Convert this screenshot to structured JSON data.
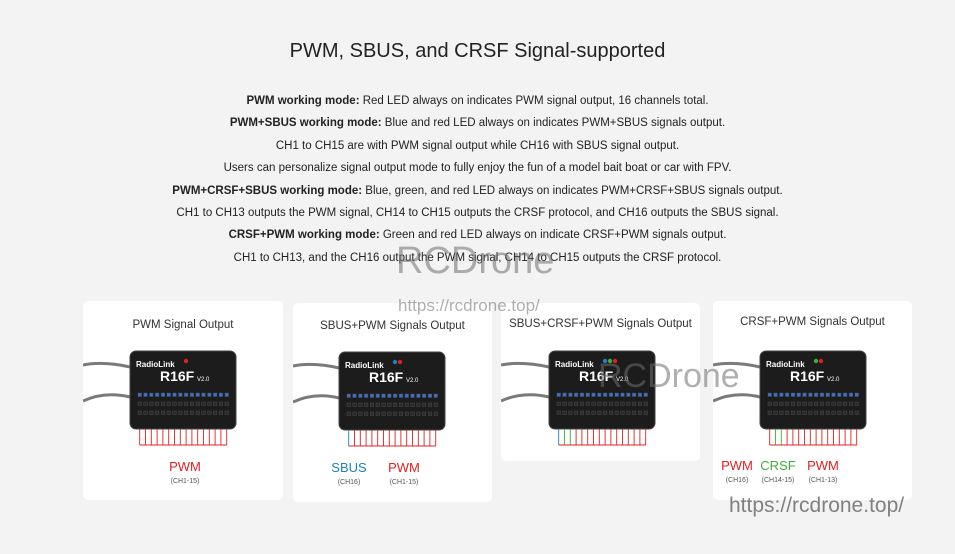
{
  "heading": "PWM, SBUS, and CRSF Signal-supported",
  "lines": [
    {
      "bold": "PWM working mode:",
      "text": " Red LED always on indicates PWM signal output, 16 channels total."
    },
    {
      "bold": "PWM+SBUS working mode:",
      "text": " Blue and red LED always on indicates PWM+SBUS signals output."
    },
    {
      "bold": "",
      "text": "CH1 to CH15 are with PWM signal output while CH16 with SBUS signal output."
    },
    {
      "bold": "",
      "text": "Users can personalize signal output mode to fully enjoy the fun of a model bait boat or car with FPV."
    },
    {
      "bold": "PWM+CRSF+SBUS working mode:",
      "text": " Blue, green, and red LED always on indicates PWM+CRSF+SBUS signals output."
    },
    {
      "bold": "",
      "text": "CH1 to CH13 outputs the PWM signal, CH14 to CH15 outputs the CRSF protocol, and CH16 outputs the SBUS signal."
    },
    {
      "bold": "CRSF+PWM working mode:",
      "text": " Green and red LED always on indicate CRSF+PWM signals output."
    },
    {
      "bold": "",
      "text": "CH1 to CH13, and the CH16 output the PWM signal, CH14 to CH15 outputs the CRSF protocol."
    }
  ],
  "cards": [
    {
      "title": "PWM Signal Output",
      "brand": "RadioLink",
      "model": "R16F",
      "version": "V2.0",
      "labels": [
        {
          "text": "PWM",
          "sub": "(CH1-15)",
          "color": "#e02020"
        }
      ]
    },
    {
      "title": "SBUS+PWM Signals Output",
      "brand": "RadioLink",
      "model": "R16F",
      "version": "V2.0",
      "labels": [
        {
          "text": "SBUS",
          "sub": "(CH16)",
          "color": "#1f7fc4"
        },
        {
          "text": "PWM",
          "sub": "(CH1-15)",
          "color": "#e02020"
        }
      ]
    },
    {
      "title": "SBUS+CRSF+PWM Signals Output",
      "brand": "RadioLink",
      "model": "R16F",
      "version": "V2.0",
      "labels": []
    },
    {
      "title": "CRSF+PWM Signals Output",
      "brand": "RadioLink",
      "model": "R16F",
      "version": "V2.0",
      "labels": [
        {
          "text": "PWM",
          "sub": "(CH16)",
          "color": "#e02020"
        },
        {
          "text": "CRSF",
          "sub": "(CH14-15)",
          "color": "#3ab03a"
        },
        {
          "text": "PWM",
          "sub": "(CH1-13)",
          "color": "#e02020"
        }
      ]
    }
  ],
  "watermarks": {
    "center_brand": "RCDrone",
    "center_url": "https://rcdrone.top/",
    "card_brand": "RCDrone",
    "corner_url": "https://rcdrone.top/"
  },
  "colors": {
    "pwm": "#e02020",
    "sbus": "#1f7fc4",
    "crsf": "#3ab03a"
  }
}
